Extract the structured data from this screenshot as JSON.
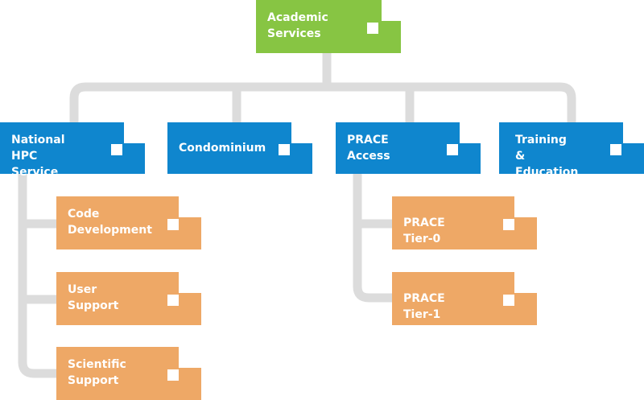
{
  "root": {
    "label": "Academic\nServices"
  },
  "branches": [
    {
      "label": "National\nHPC Service",
      "children": [
        "Code\nDevelopment",
        "User\nSupport",
        "Scientific\nSupport"
      ]
    },
    {
      "label": "Condominium",
      "children": []
    },
    {
      "label": "PRACE\nAccess",
      "children": [
        "PRACE Tier-0",
        "PRACE Tier-1"
      ]
    },
    {
      "label": "Training\n& Education",
      "children": []
    }
  ],
  "colors": {
    "root": "#87c543",
    "branch": "#0f86ce",
    "leaf": "#eea866",
    "connector": "#dcdcdc"
  }
}
